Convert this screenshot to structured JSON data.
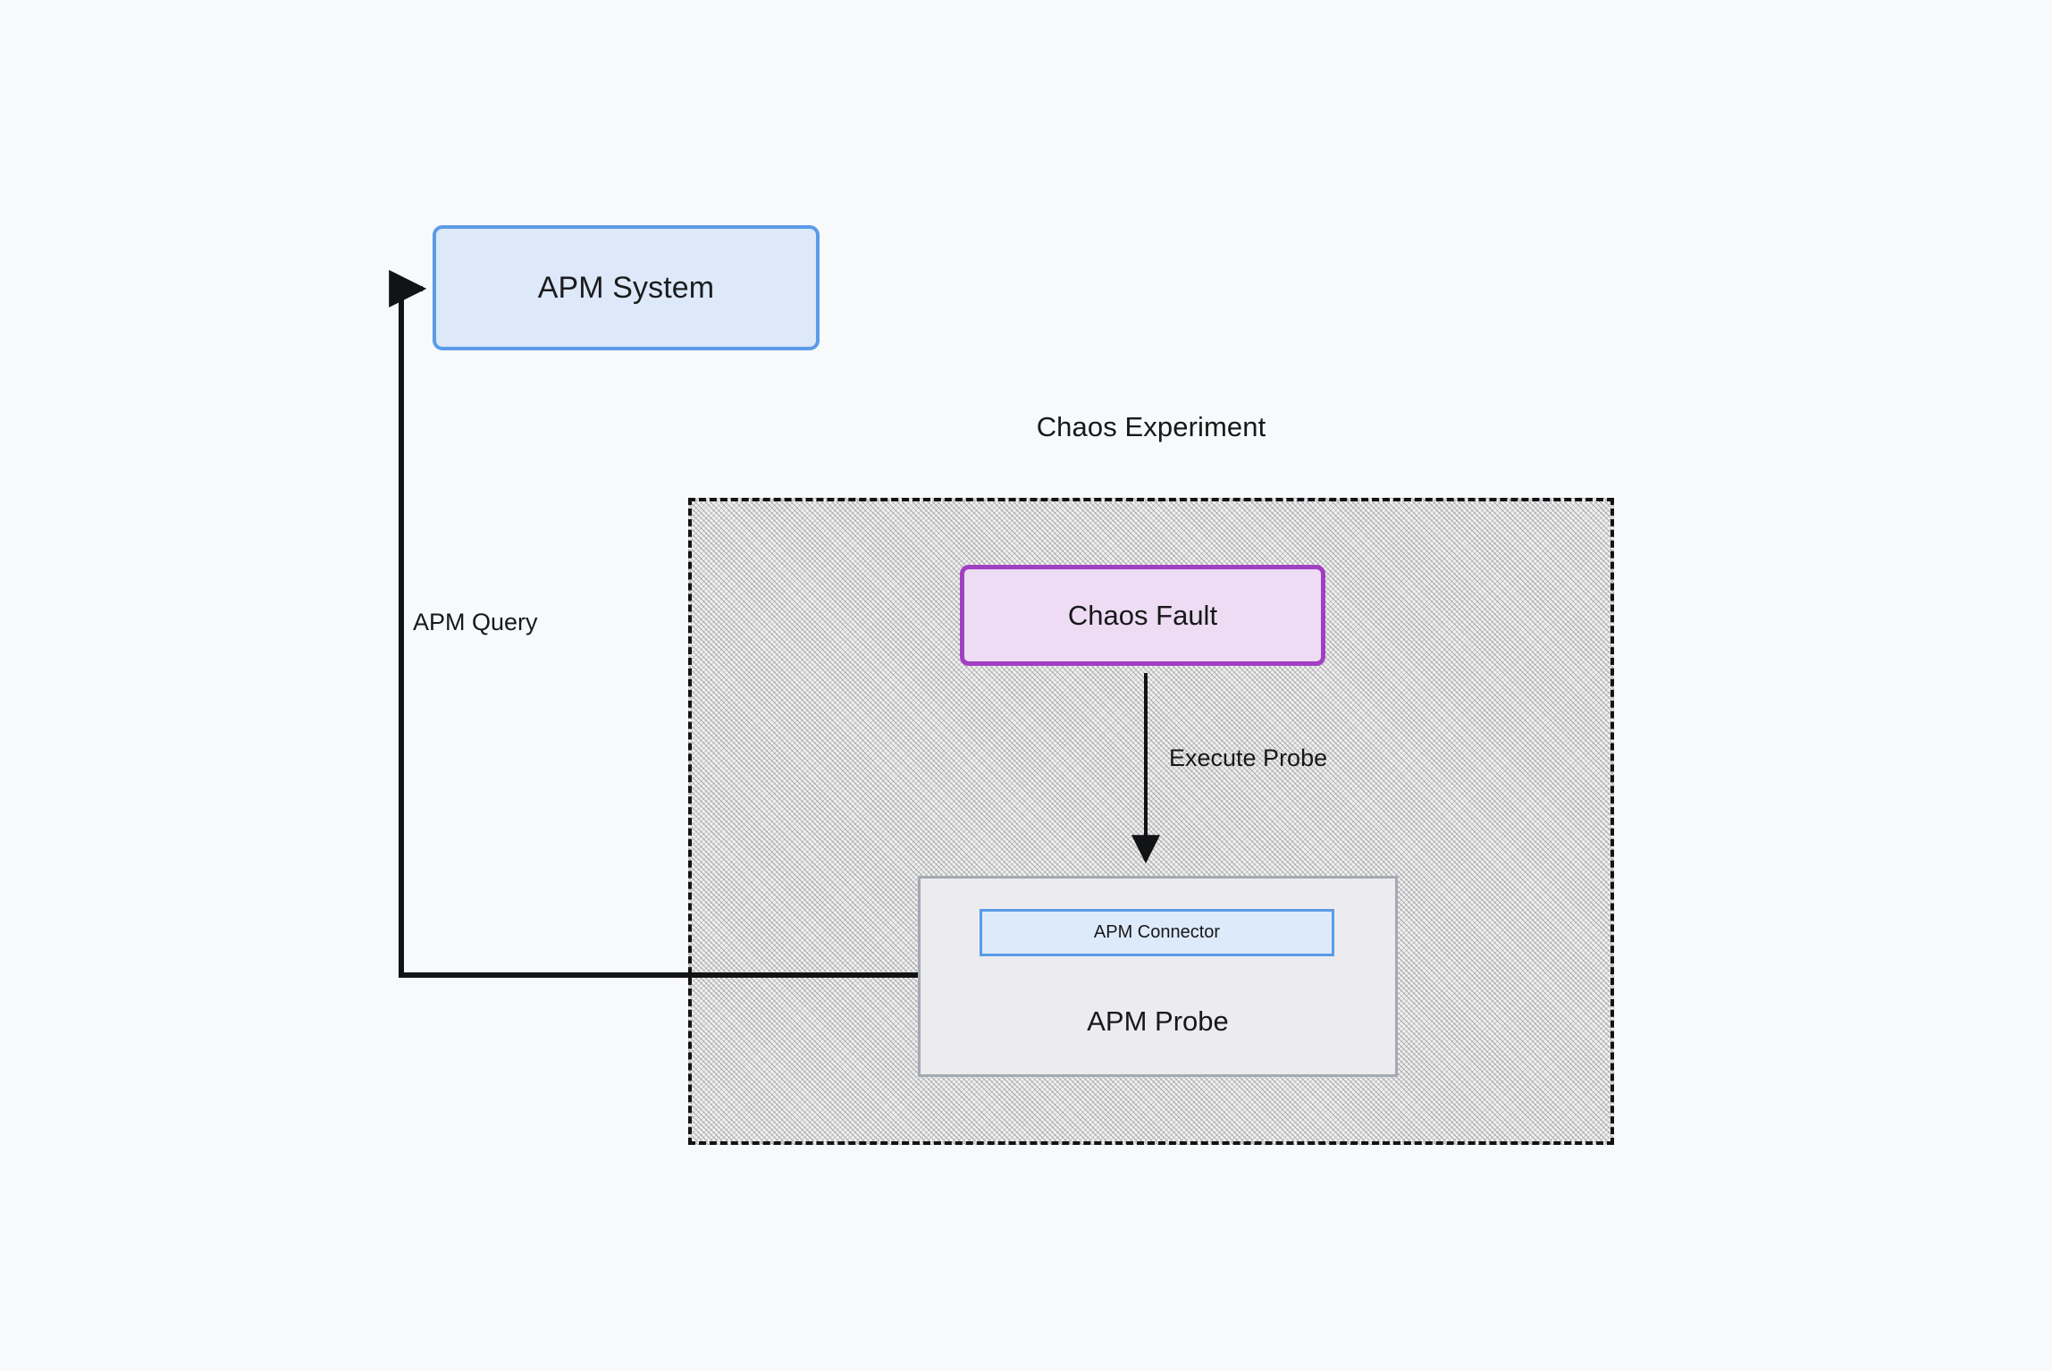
{
  "diagram": {
    "background_color": "#f7f9fb",
    "nodes": {
      "apm_system": {
        "label": "APM System",
        "fill": "#dde9f9",
        "stroke": "#5b9be8"
      },
      "chaos_fault": {
        "label": "Chaos Fault",
        "fill": "#eddcf3",
        "stroke": "#a13fc4"
      },
      "apm_probe": {
        "label": "APM Probe",
        "fill": "#ececee",
        "stroke": "#a3aab2"
      },
      "apm_connector": {
        "label": "APM Connector",
        "fill": "#ddeafa",
        "stroke": "#5b9be8"
      }
    },
    "groups": {
      "chaos_experiment": {
        "title": "Chaos Experiment",
        "stroke": "#111315",
        "fill": "#f0f0f0",
        "border_style": "dashed"
      }
    },
    "edges": [
      {
        "id": "apm-query",
        "label": "APM Query",
        "from": "apm_probe",
        "to": "apm_system",
        "stroke": "#111315"
      },
      {
        "id": "execute-probe",
        "label": "Execute Probe",
        "from": "chaos_fault",
        "to": "apm_probe",
        "stroke": "#111315"
      }
    ]
  }
}
